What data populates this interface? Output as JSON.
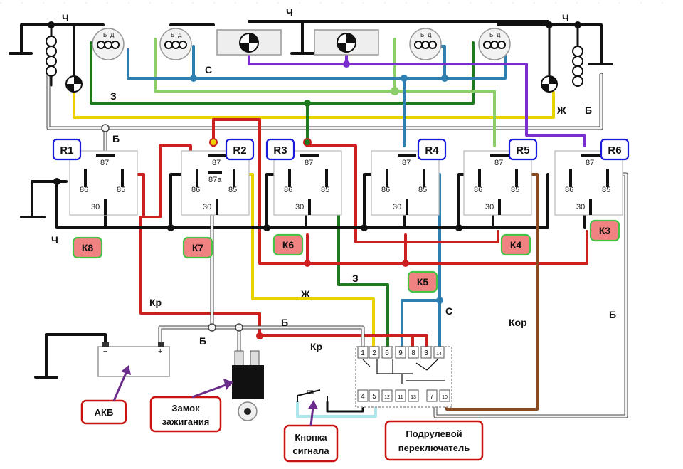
{
  "relays": [
    {
      "tag": "R1",
      "pin_87": "87",
      "pin_86": "86",
      "pin_85": "85",
      "pin_30": "30",
      "pin_87a": ""
    },
    {
      "tag": "R2",
      "pin_87": "87",
      "pin_86": "86",
      "pin_85": "85",
      "pin_30": "30",
      "pin_87a": "87a"
    },
    {
      "tag": "R3",
      "pin_87": "87",
      "pin_86": "86",
      "pin_85": "85",
      "pin_30": "30",
      "pin_87a": ""
    },
    {
      "tag": "R4",
      "pin_87": "87",
      "pin_86": "86",
      "pin_85": "85",
      "pin_30": "30",
      "pin_87a": ""
    },
    {
      "tag": "R5",
      "pin_87": "87",
      "pin_86": "86",
      "pin_85": "85",
      "pin_30": "30",
      "pin_87a": ""
    },
    {
      "tag": "R6",
      "pin_87": "87",
      "pin_86": "86",
      "pin_85": "85",
      "pin_30": "30",
      "pin_87a": ""
    }
  ],
  "k_labels": [
    "К8",
    "К7",
    "К6",
    "К5",
    "К4",
    "К3"
  ],
  "wire_labels": {
    "black_top_left": "Ч",
    "black_top_center": "Ч",
    "black_top_right": "Ч",
    "blue_top": "С",
    "green_top": "З",
    "yellow_right": "Ж",
    "white_top_right": "Б",
    "white_relays": "Б",
    "black_left": "Ч",
    "red_left": "Кр",
    "yellow_mid": "Ж",
    "green_mid": "З",
    "blue_mid": "С",
    "white_battery": "Б",
    "white_battery_left": "Б",
    "red_battery": "Кр",
    "brown": "Кор",
    "white_right": "Б"
  },
  "bulb_letters": {
    "b": "Б",
    "d": "Д"
  },
  "callouts": {
    "battery": "АКБ",
    "ignition_line1": "Замок",
    "ignition_line2": "зажигания",
    "button_line1": "Кнопка",
    "button_line2": "сигнала",
    "switch_line1": "Подрулевой",
    "switch_line2": "переключатель"
  },
  "battery": {
    "minus": "−",
    "plus": "+"
  },
  "switch_pins": {
    "top": [
      "1",
      "2",
      "6",
      "9",
      "8",
      "3",
      "14"
    ],
    "bottom": [
      "4",
      "5",
      "12",
      "11",
      "13",
      "7",
      "10"
    ]
  },
  "colors": {
    "black": "#111111",
    "red": "#cc1f1f",
    "green": "#1f7a1f",
    "light_green": "#8ccf6a",
    "blue": "#2e7fb0",
    "yellow": "#e8d200",
    "purple": "#7a2ecf",
    "brown": "#8b4a1e",
    "white_wire": "#f4f4f4",
    "callout_border": "#cc1111",
    "tag_border": "#1a1adc",
    "k_fill": "#f08282",
    "k_border": "#45c445",
    "arrow": "#6a2c8a"
  }
}
